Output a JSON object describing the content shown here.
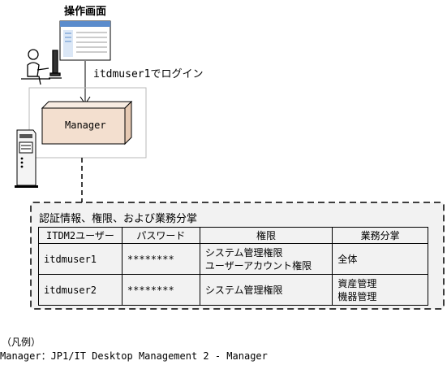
{
  "screen": {
    "label": "操作画面"
  },
  "login": {
    "label": "itdmuser1でログイン"
  },
  "manager_box": {
    "label": "Manager"
  },
  "auth_panel": {
    "title": "認証情報、権限、および業務分掌",
    "headers": [
      "ITDM2ユーザー",
      "パスワード",
      "権限",
      "業務分掌"
    ],
    "rows": [
      {
        "user": "itdmuser1",
        "password": "********",
        "rights": [
          "システム管理権限",
          "ユーザーアカウント権限"
        ],
        "duties": [
          "全体"
        ]
      },
      {
        "user": "itdmuser2",
        "password": "********",
        "rights": [
          "システム管理権限"
        ],
        "duties": [
          "資産管理",
          "機器管理"
        ]
      }
    ]
  },
  "legend": {
    "title": "（凡例）",
    "line": "Manager：JP1/IT Desktop Management 2 - Manager"
  },
  "colors": {
    "box_fill": "#f3dfcf",
    "panel_fill": "#f2f2f2",
    "window_blue": "#5b8ccc"
  }
}
